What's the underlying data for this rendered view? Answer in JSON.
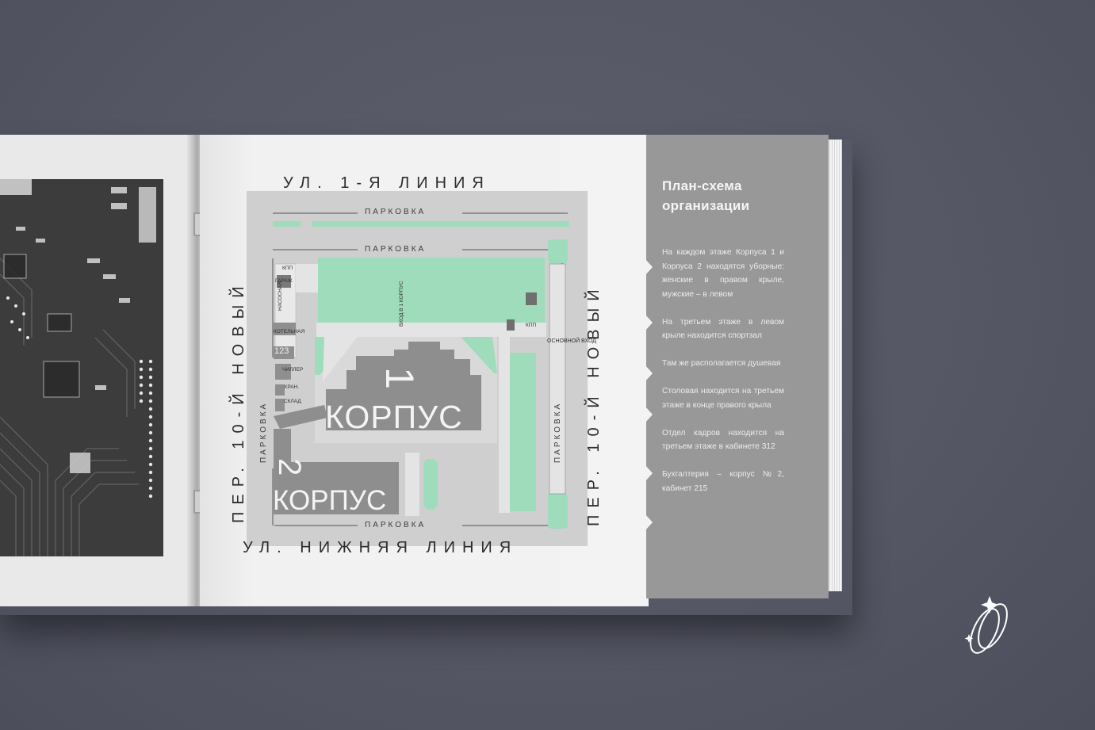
{
  "map": {
    "street_top": "УЛ. 1-Я ЛИНИЯ",
    "street_bottom": "УЛ. НИЖНЯЯ ЛИНИЯ",
    "street_left": "ПЕР. 10-Й НОВЫЙ",
    "street_right": "ПЕР. 10-Й НОВЫЙ",
    "parking": "ПАРКОВКА",
    "building1_number": "1",
    "building1_label": "КОРПУС",
    "building2_number": "2",
    "building2_label": "КОРПУС",
    "entrance_building1": "ВХОД В 1 КОРПУС",
    "main_entrance": "ОСНОВНОЙ ВХОД",
    "kpp": "КПП",
    "garage": "ГАРАЖ",
    "boiler_room": "КОТЕЛЬНАЯ",
    "numbers": "123",
    "chiller": "ЧИЛЛЕР",
    "small_labels": [
      "НАСОСНАЯ",
      "ХРАН.",
      "СКЛАД"
    ]
  },
  "panel": {
    "title": "План-схема организации",
    "paragraphs": [
      "На каждом этаже Корпуса 1 и Корпуса 2 находятся уборные: женские в правом крыле, мужские – в левом",
      "На третьем этаже в левом крыле находится спортзал",
      "Там же располагается душевая",
      "Столовая находится на третьем этаже в конце правого крыла",
      "Отдел кадров находится на третьем этаже в кабинете 312",
      "Бухгалтерия – корпус №2, кабинет 215"
    ]
  },
  "colors": {
    "background": "#565866",
    "panel": "#989898",
    "map_green": "#9fdcbb",
    "map_building": "#8e8e8e",
    "map_ground": "#cfcfcf"
  },
  "icons": {
    "logo": "sparkle-rings-logo"
  }
}
